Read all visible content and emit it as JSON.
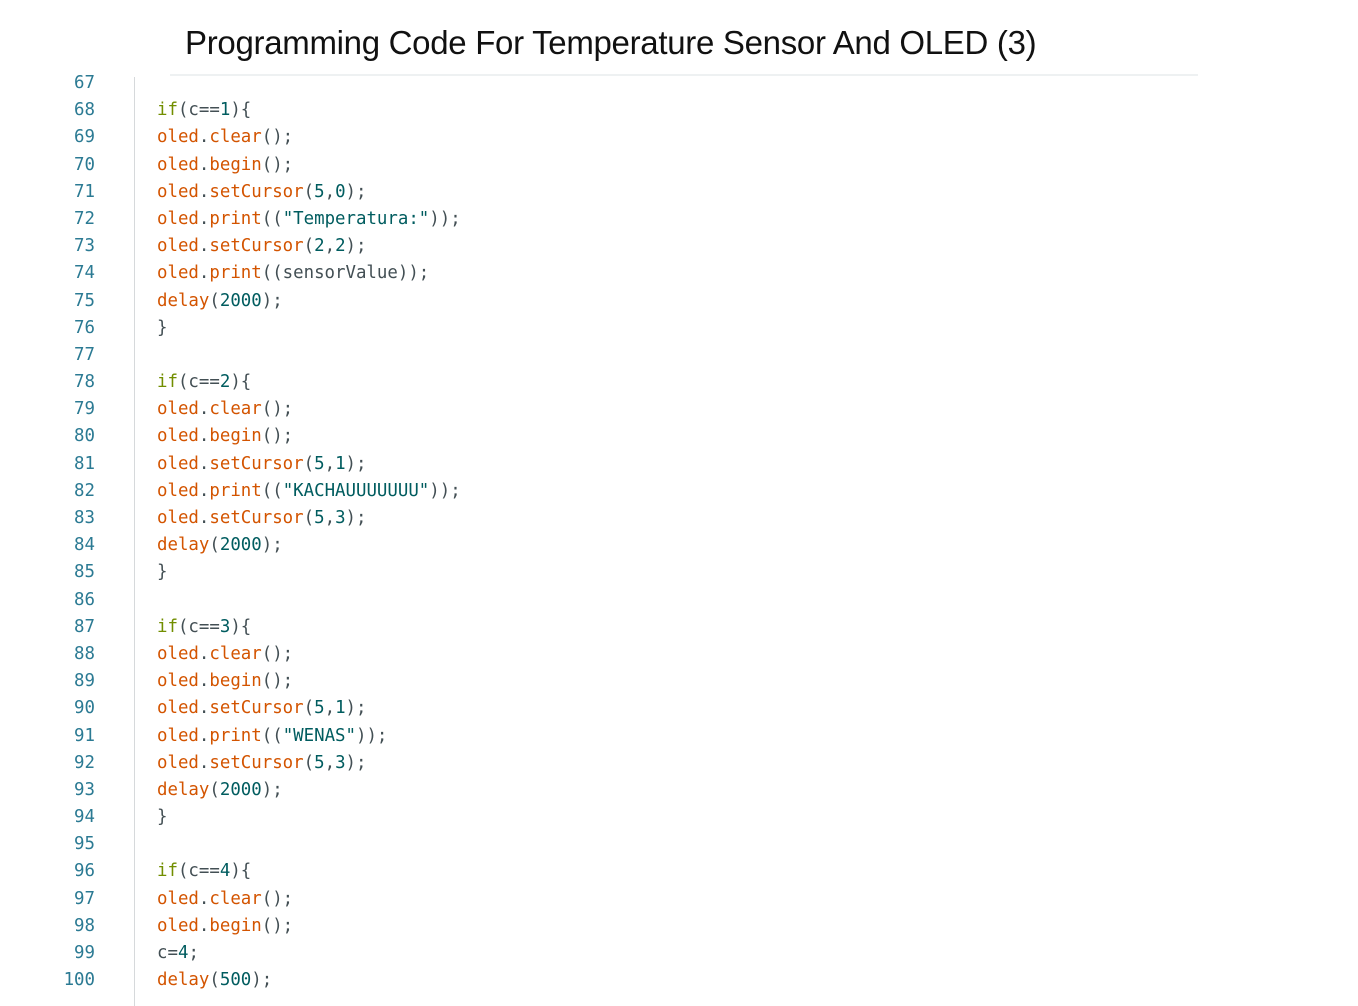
{
  "title": "Programming Code For Temperature Sensor And OLED (3)",
  "colors": {
    "keyword": "#728e00",
    "function": "#d35400",
    "number": "#005c5f",
    "string": "#005c5f",
    "punctuation": "#434f54",
    "line_number": "#2b7a93"
  },
  "lines": [
    {
      "n": "67",
      "tokens": []
    },
    {
      "n": "68",
      "tokens": [
        [
          "kw",
          "if"
        ],
        [
          "p",
          "(c=="
        ],
        [
          "num",
          "1"
        ],
        [
          "p",
          "){"
        ]
      ]
    },
    {
      "n": "69",
      "tokens": [
        [
          "obj",
          "oled"
        ],
        [
          "p",
          "."
        ],
        [
          "fn",
          "clear"
        ],
        [
          "p",
          "();"
        ]
      ]
    },
    {
      "n": "70",
      "tokens": [
        [
          "obj",
          "oled"
        ],
        [
          "p",
          "."
        ],
        [
          "fn",
          "begin"
        ],
        [
          "p",
          "();"
        ]
      ]
    },
    {
      "n": "71",
      "tokens": [
        [
          "obj",
          "oled"
        ],
        [
          "p",
          "."
        ],
        [
          "fn",
          "setCursor"
        ],
        [
          "p",
          "("
        ],
        [
          "num",
          "5"
        ],
        [
          "p",
          ","
        ],
        [
          "num",
          "0"
        ],
        [
          "p",
          ");"
        ]
      ]
    },
    {
      "n": "72",
      "tokens": [
        [
          "obj",
          "oled"
        ],
        [
          "p",
          "."
        ],
        [
          "fn",
          "print"
        ],
        [
          "p",
          "(("
        ],
        [
          "str",
          "\"Temperatura:\""
        ],
        [
          "p",
          "));"
        ]
      ]
    },
    {
      "n": "73",
      "tokens": [
        [
          "obj",
          "oled"
        ],
        [
          "p",
          "."
        ],
        [
          "fn",
          "setCursor"
        ],
        [
          "p",
          "("
        ],
        [
          "num",
          "2"
        ],
        [
          "p",
          ","
        ],
        [
          "num",
          "2"
        ],
        [
          "p",
          ");"
        ]
      ]
    },
    {
      "n": "74",
      "tokens": [
        [
          "obj",
          "oled"
        ],
        [
          "p",
          "."
        ],
        [
          "fn",
          "print"
        ],
        [
          "p",
          "((sensorValue));"
        ]
      ]
    },
    {
      "n": "75",
      "tokens": [
        [
          "fn",
          "delay"
        ],
        [
          "p",
          "("
        ],
        [
          "num",
          "2000"
        ],
        [
          "p",
          ");"
        ]
      ]
    },
    {
      "n": "76",
      "tokens": [
        [
          "p",
          "}"
        ]
      ]
    },
    {
      "n": "77",
      "tokens": []
    },
    {
      "n": "78",
      "tokens": [
        [
          "kw",
          "if"
        ],
        [
          "p",
          "(c=="
        ],
        [
          "num",
          "2"
        ],
        [
          "p",
          "){"
        ]
      ]
    },
    {
      "n": "79",
      "tokens": [
        [
          "obj",
          "oled"
        ],
        [
          "p",
          "."
        ],
        [
          "fn",
          "clear"
        ],
        [
          "p",
          "();"
        ]
      ]
    },
    {
      "n": "80",
      "tokens": [
        [
          "obj",
          "oled"
        ],
        [
          "p",
          "."
        ],
        [
          "fn",
          "begin"
        ],
        [
          "p",
          "();"
        ]
      ]
    },
    {
      "n": "81",
      "tokens": [
        [
          "obj",
          "oled"
        ],
        [
          "p",
          "."
        ],
        [
          "fn",
          "setCursor"
        ],
        [
          "p",
          "("
        ],
        [
          "num",
          "5"
        ],
        [
          "p",
          ","
        ],
        [
          "num",
          "1"
        ],
        [
          "p",
          ");"
        ]
      ]
    },
    {
      "n": "82",
      "tokens": [
        [
          "obj",
          "oled"
        ],
        [
          "p",
          "."
        ],
        [
          "fn",
          "print"
        ],
        [
          "p",
          "(("
        ],
        [
          "str",
          "\"KACHAUUUUUUU\""
        ],
        [
          "p",
          "));"
        ]
      ]
    },
    {
      "n": "83",
      "tokens": [
        [
          "obj",
          "oled"
        ],
        [
          "p",
          "."
        ],
        [
          "fn",
          "setCursor"
        ],
        [
          "p",
          "("
        ],
        [
          "num",
          "5"
        ],
        [
          "p",
          ","
        ],
        [
          "num",
          "3"
        ],
        [
          "p",
          ");"
        ]
      ]
    },
    {
      "n": "84",
      "tokens": [
        [
          "fn",
          "delay"
        ],
        [
          "p",
          "("
        ],
        [
          "num",
          "2000"
        ],
        [
          "p",
          ");"
        ]
      ]
    },
    {
      "n": "85",
      "tokens": [
        [
          "p",
          "}"
        ]
      ]
    },
    {
      "n": "86",
      "tokens": []
    },
    {
      "n": "87",
      "tokens": [
        [
          "kw",
          "if"
        ],
        [
          "p",
          "(c=="
        ],
        [
          "num",
          "3"
        ],
        [
          "p",
          "){"
        ]
      ]
    },
    {
      "n": "88",
      "tokens": [
        [
          "obj",
          "oled"
        ],
        [
          "p",
          "."
        ],
        [
          "fn",
          "clear"
        ],
        [
          "p",
          "();"
        ]
      ]
    },
    {
      "n": "89",
      "tokens": [
        [
          "obj",
          "oled"
        ],
        [
          "p",
          "."
        ],
        [
          "fn",
          "begin"
        ],
        [
          "p",
          "();"
        ]
      ]
    },
    {
      "n": "90",
      "tokens": [
        [
          "obj",
          "oled"
        ],
        [
          "p",
          "."
        ],
        [
          "fn",
          "setCursor"
        ],
        [
          "p",
          "("
        ],
        [
          "num",
          "5"
        ],
        [
          "p",
          ","
        ],
        [
          "num",
          "1"
        ],
        [
          "p",
          ");"
        ]
      ]
    },
    {
      "n": "91",
      "tokens": [
        [
          "obj",
          "oled"
        ],
        [
          "p",
          "."
        ],
        [
          "fn",
          "print"
        ],
        [
          "p",
          "(("
        ],
        [
          "str",
          "\"WENAS\""
        ],
        [
          "p",
          "));"
        ]
      ]
    },
    {
      "n": "92",
      "tokens": [
        [
          "obj",
          "oled"
        ],
        [
          "p",
          "."
        ],
        [
          "fn",
          "setCursor"
        ],
        [
          "p",
          "("
        ],
        [
          "num",
          "5"
        ],
        [
          "p",
          ","
        ],
        [
          "num",
          "3"
        ],
        [
          "p",
          ");"
        ]
      ]
    },
    {
      "n": "93",
      "tokens": [
        [
          "fn",
          "delay"
        ],
        [
          "p",
          "("
        ],
        [
          "num",
          "2000"
        ],
        [
          "p",
          ");"
        ]
      ]
    },
    {
      "n": "94",
      "tokens": [
        [
          "p",
          "}"
        ]
      ]
    },
    {
      "n": "95",
      "tokens": []
    },
    {
      "n": "96",
      "tokens": [
        [
          "kw",
          "if"
        ],
        [
          "p",
          "(c=="
        ],
        [
          "num",
          "4"
        ],
        [
          "p",
          "){"
        ]
      ]
    },
    {
      "n": "97",
      "tokens": [
        [
          "obj",
          "oled"
        ],
        [
          "p",
          "."
        ],
        [
          "fn",
          "clear"
        ],
        [
          "p",
          "();"
        ]
      ]
    },
    {
      "n": "98",
      "tokens": [
        [
          "obj",
          "oled"
        ],
        [
          "p",
          "."
        ],
        [
          "fn",
          "begin"
        ],
        [
          "p",
          "();"
        ]
      ]
    },
    {
      "n": "99",
      "tokens": [
        [
          "p",
          "c="
        ],
        [
          "num",
          "4"
        ],
        [
          "p",
          ";"
        ]
      ]
    },
    {
      "n": "100",
      "tokens": [
        [
          "fn",
          "delay"
        ],
        [
          "p",
          "("
        ],
        [
          "num",
          "500"
        ],
        [
          "p",
          ");"
        ]
      ]
    }
  ]
}
